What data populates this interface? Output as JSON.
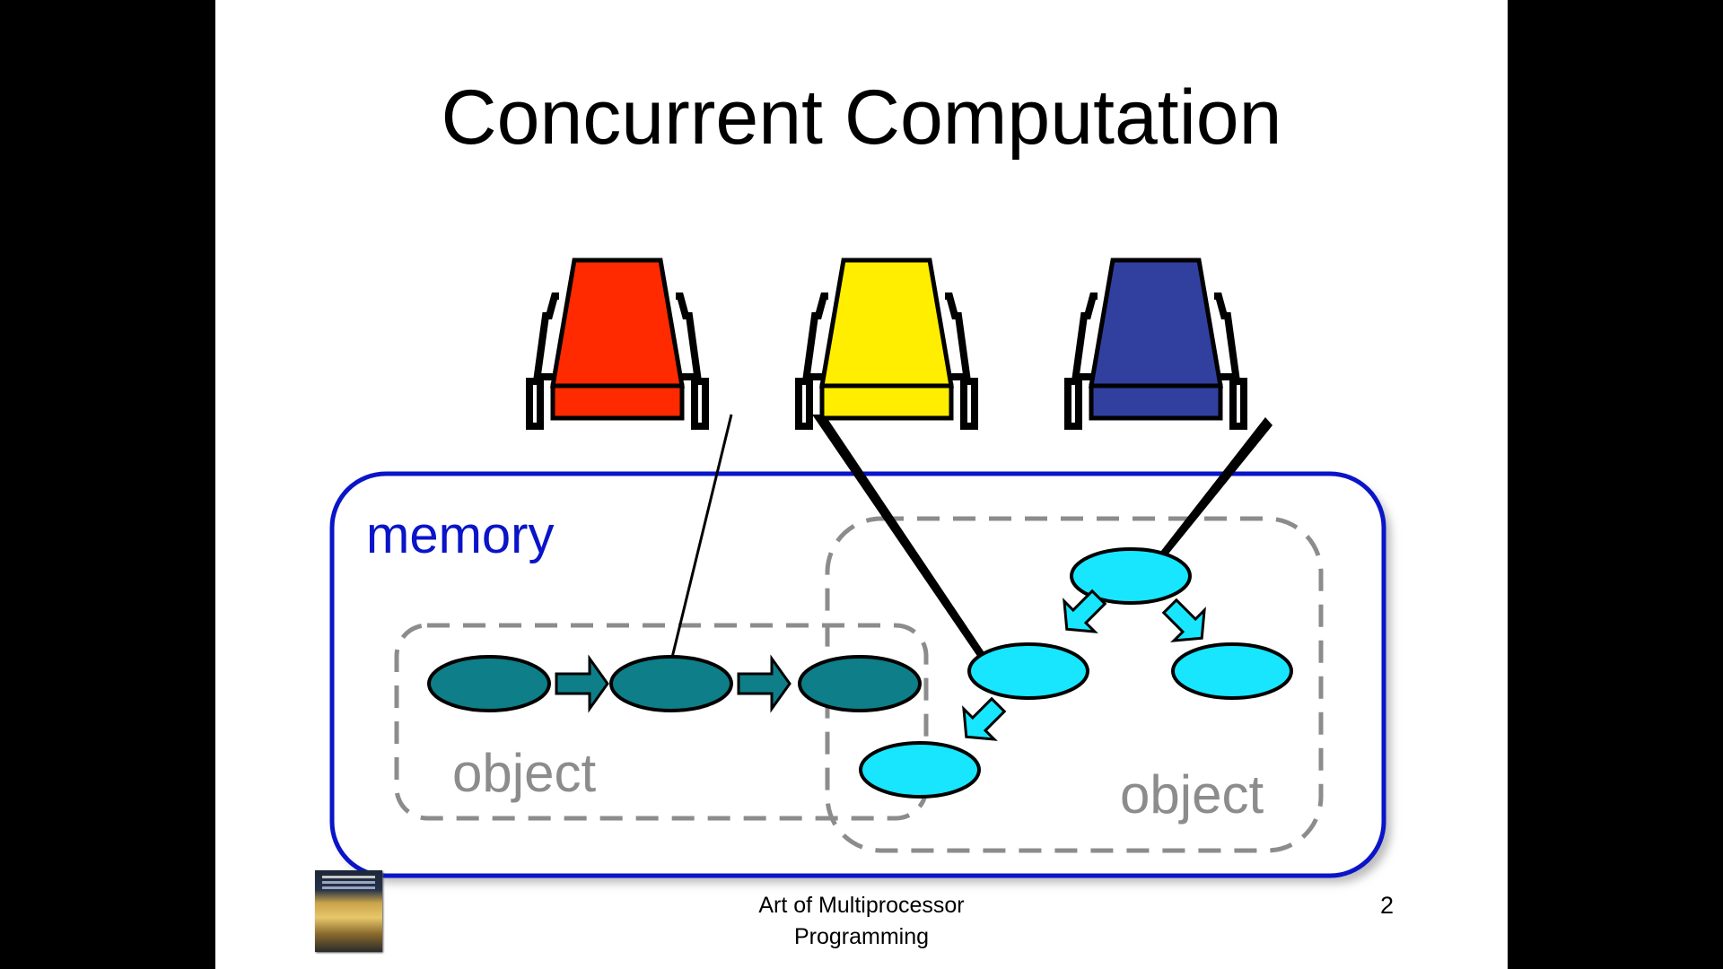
{
  "slide": {
    "title": "Concurrent Computation",
    "memory_label": "memory",
    "object_left_label": "object",
    "object_right_label": "object",
    "footer_line1": "Art of Multiprocessor",
    "footer_line2": "Programming",
    "page_number": "2"
  },
  "colors": {
    "background": "#000000",
    "slide": "#ffffff",
    "memory": "#0a14c8",
    "processor_red": "#ff2a00",
    "processor_yellow": "#ffee00",
    "processor_blue": "#31409f",
    "node_dark": "#0e7e88",
    "node_light": "#18e6ff",
    "object_border": "#8c8c8c"
  },
  "icons": {
    "processors": [
      "processor-red-icon",
      "processor-yellow-icon",
      "processor-blue-icon"
    ],
    "book": "book-cover-icon"
  }
}
